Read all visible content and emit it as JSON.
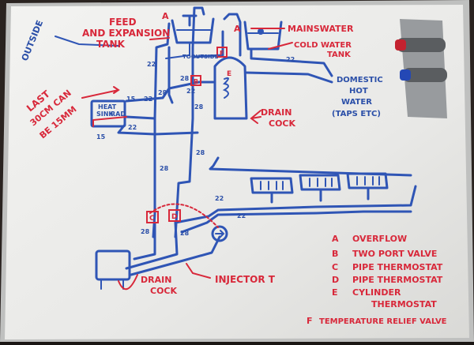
{
  "diagram": {
    "labels": {
      "outside": "OUTSIDE",
      "feed_line1": "FEED",
      "feed_line2": "AND EXPANSION",
      "feed_line3": "TANK",
      "mains": "MAINSWATER",
      "cold_line1": "COLD WATER",
      "cold_line2": "TANK",
      "to_outside": "TOOUTSIDE",
      "dhw_line1": "DOMESTIC",
      "dhw_line2": "HOT",
      "dhw_line3": "WATER",
      "dhw_line4": "(TAPS ETC)",
      "last_line1": "LAST",
      "last_line2": "30CM CAN",
      "last_line3": "BE 15MM",
      "heatsink_line1": "HEAT",
      "heatsink_line2": "SINK",
      "heatsink_line3": "RAD",
      "drain_line1": "DRAIN",
      "drain_line2": "COCK",
      "drain2_line1": "DRAIN",
      "drain2_line2": "COCK",
      "injector": "INJECTOR T"
    },
    "markers": {
      "a1": "A",
      "a2": "A",
      "b": "B",
      "c": "C",
      "d": "D",
      "e": "E",
      "f": "F"
    },
    "sizes": {
      "s22a": "22",
      "s22b": "22",
      "s28a": "28",
      "s28b": "28",
      "s22c": "22",
      "s15a": "15",
      "s22d": "22",
      "s28c": "28",
      "s15b": "15",
      "s22e": "22",
      "s28d": "28",
      "s28e": "28",
      "s22f": "22",
      "s22g": "22",
      "s28f": "28",
      "s28g": "28"
    },
    "legend": [
      {
        "key": "A",
        "text": "OVERFLOW"
      },
      {
        "key": "B",
        "text": "TWO PORT VALVE"
      },
      {
        "key": "C",
        "text": "PIPE THERMOSTAT"
      },
      {
        "key": "D",
        "text": "PIPE THERMOSTAT"
      },
      {
        "key": "E",
        "text": "CYLINDER"
      },
      {
        "key": "",
        "text": "THERMOSTAT"
      },
      {
        "key": "F",
        "text": "TEMPERATURE RELIEF VALVE"
      }
    ]
  }
}
